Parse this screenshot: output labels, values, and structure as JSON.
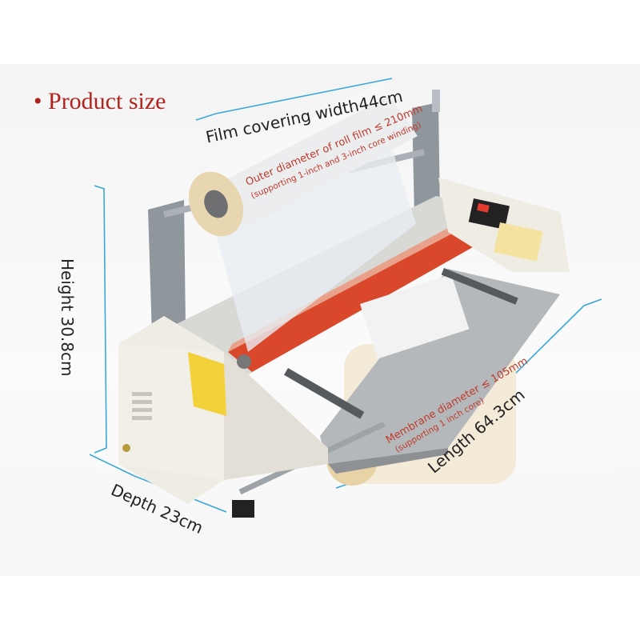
{
  "title": "• Product size",
  "dimensions": {
    "film_width": "Film covering width44cm",
    "height": "Height  30.8cm",
    "depth": "Depth 23cm",
    "length": "Length 64.3cm"
  },
  "roll_note": {
    "line1": "Outer diameter of roll film  ≤ 210mm",
    "line2": "(supporting 1-inch and 3-inch core winding)"
  },
  "membrane_note": {
    "line1": "Membrane diameter ≤ 105mm",
    "line2": "(supporting 1 inch core)"
  },
  "colors": {
    "title": "#b0231e",
    "annotation": "#c0392b",
    "dimension_line": "#3aa8d8",
    "roller": "#d9482b"
  }
}
